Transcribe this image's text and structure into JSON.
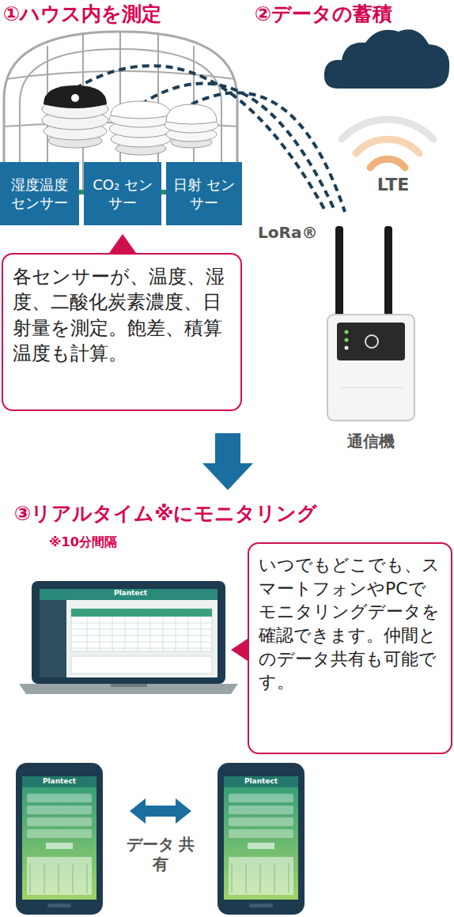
{
  "diagram": {
    "nodes": [
      {
        "text": [
          "湿度温度 センサー"
        ]
      },
      {
        "text": [
          "CO₂ センサー"
        ]
      },
      {
        "text": [
          "日射 センサー"
        ]
      },
      {
        "text": [
          "各センサーが、温度、湿度、二酸化炭素濃度、日射量を測定。飽差、積算温度も計算。"
        ]
      },
      {
        "text": [
          "いつでもどこでも、スマートフォンやPCでモニタリングデータを確認できます。仲間とのデータ共有も可能です。"
        ]
      }
    ],
    "labels": [
      "①ハウス内を測定",
      "②データの蓄積",
      "LoRa®",
      "LTE",
      "通信機",
      "③リアルタイム※にモニタリング",
      "※10分間隔",
      "データ 共有",
      "Plantect",
      "Plantect",
      "Plantect"
    ]
  }
}
